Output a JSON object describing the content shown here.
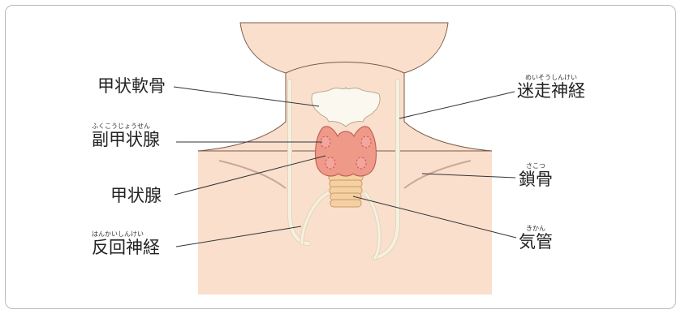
{
  "labels": {
    "thyroid_cartilage": {
      "name": "甲状軟骨"
    },
    "parathyroid": {
      "name": "副甲状腺",
      "ruby": "ふくこうじょうせん"
    },
    "thyroid": {
      "name": "甲状腺"
    },
    "recurrent_nerve": {
      "name": "反回神経",
      "ruby": "はんかいしんけい"
    },
    "vagus_nerve": {
      "name": "迷走神経",
      "ruby": "めいそうしんけい"
    },
    "clavicle": {
      "name": "鎖骨",
      "ruby": "さこつ"
    },
    "trachea": {
      "name": "気管",
      "ruby": "きかん"
    }
  },
  "colors": {
    "skin": "#fadfcd",
    "thyroid": "#ef9a88",
    "thyroid_outline": "#c0605a",
    "parathyroid": "#d45a70",
    "cartilage": "#fbf8f0",
    "trachea": "#f5d0a2",
    "nerve": "#f6f0df",
    "outline": "#7a5a4a",
    "leader_line": "#333333"
  }
}
